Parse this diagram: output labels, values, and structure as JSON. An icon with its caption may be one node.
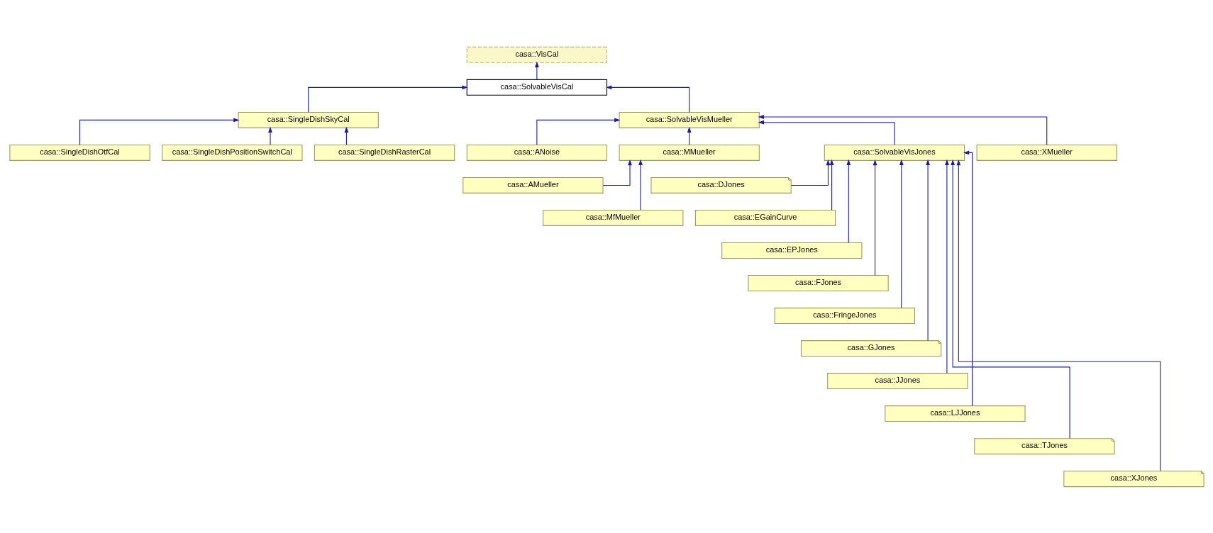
{
  "diagram": {
    "nodes": [
      {
        "text": [
          "casa::VisCal"
        ]
      },
      {
        "text": [
          "casa::SolvableVisCal"
        ]
      },
      {
        "text": [
          "casa::SingleDishSkyCal"
        ]
      },
      {
        "text": [
          "casa::SolvableVisMueller"
        ]
      },
      {
        "text": [
          "casa::SingleDishOtfCal"
        ]
      },
      {
        "text": [
          "casa::SingleDishPositionSwitchCal"
        ]
      },
      {
        "text": [
          "casa::SingleDishRasterCal"
        ]
      },
      {
        "text": [
          "casa::ANoise"
        ]
      },
      {
        "text": [
          "casa::MMueller"
        ]
      },
      {
        "text": [
          "casa::SolvableVisJones"
        ]
      },
      {
        "text": [
          "casa::XMueller"
        ]
      },
      {
        "text": [
          "casa::AMueller"
        ]
      },
      {
        "text": [
          "casa::MfMueller"
        ]
      },
      {
        "text": [
          "casa::DJones"
        ]
      },
      {
        "text": [
          "casa::EGainCurve"
        ]
      },
      {
        "text": [
          "casa::EPJones"
        ]
      },
      {
        "text": [
          "casa::FJones"
        ]
      },
      {
        "text": [
          "casa::FringeJones"
        ]
      },
      {
        "text": [
          "casa::GJones"
        ]
      },
      {
        "text": [
          "casa::JJones"
        ]
      },
      {
        "text": [
          "casa::LJJones"
        ]
      },
      {
        "text": [
          "casa::TJones"
        ]
      },
      {
        "text": [
          "casa::XJones"
        ]
      }
    ],
    "edges": [
      {
        "from": 1,
        "to": 0,
        "arrow": "to"
      },
      {
        "from": 2,
        "to": 1,
        "arrow": "to"
      },
      {
        "from": 3,
        "to": 1,
        "arrow": "to"
      },
      {
        "from": 4,
        "to": 2,
        "arrow": "to"
      },
      {
        "from": 5,
        "to": 2,
        "arrow": "to"
      },
      {
        "from": 6,
        "to": 2,
        "arrow": "to"
      },
      {
        "from": 7,
        "to": 3,
        "arrow": "to"
      },
      {
        "from": 8,
        "to": 3,
        "arrow": "to"
      },
      {
        "from": 9,
        "to": 3,
        "arrow": "to"
      },
      {
        "from": 10,
        "to": 3,
        "arrow": "to"
      },
      {
        "from": 11,
        "to": 8,
        "arrow": "to"
      },
      {
        "from": 12,
        "to": 8,
        "arrow": "to"
      },
      {
        "from": 13,
        "to": 9,
        "arrow": "to"
      },
      {
        "from": 14,
        "to": 9,
        "arrow": "to"
      },
      {
        "from": 15,
        "to": 9,
        "arrow": "to"
      },
      {
        "from": 16,
        "to": 9,
        "arrow": "to"
      },
      {
        "from": 17,
        "to": 9,
        "arrow": "to"
      },
      {
        "from": 18,
        "to": 9,
        "arrow": "to"
      },
      {
        "from": 19,
        "to": 9,
        "arrow": "to"
      },
      {
        "from": 20,
        "to": 9,
        "arrow": "to"
      },
      {
        "from": 21,
        "to": 9,
        "arrow": "to"
      },
      {
        "from": 22,
        "to": 9,
        "arrow": "to"
      }
    ]
  }
}
